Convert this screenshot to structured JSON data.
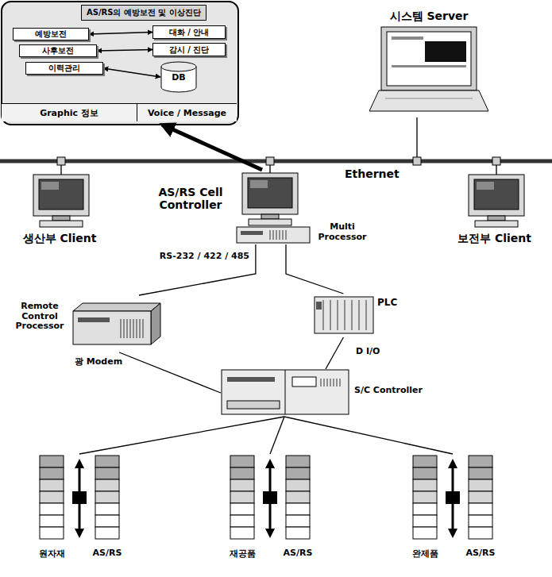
{
  "diagram": {
    "nodes": [
      {
        "text": [
          "AS/RS의 예방보전 및 이상진단"
        ]
      },
      {
        "text": [
          "예방보전"
        ],
        "in": 0
      },
      {
        "text": [
          "사후보전"
        ],
        "in": 0
      },
      {
        "text": [
          "이력관리"
        ],
        "in": 0
      },
      {
        "text": [
          "대화 / 안내"
        ],
        "in": 0
      },
      {
        "text": [
          "감시 / 진단"
        ],
        "in": 0
      },
      {
        "text": [
          "DB"
        ],
        "in": 0
      },
      {
        "text": [
          "Graphic 정보"
        ],
        "in": 0
      },
      {
        "text": [
          "Voice / Message"
        ],
        "in": 0
      },
      {
        "text": [
          "시스템 Server"
        ]
      },
      {
        "text": [
          "생산부 Client"
        ]
      },
      {
        "text": [
          "AS/RS Cell Controller",
          "Multi Processor"
        ]
      },
      {
        "text": [
          "보전부 Client"
        ]
      },
      {
        "text": [
          "Remote Control Processor"
        ]
      },
      {
        "text": [
          "PLC"
        ]
      },
      {
        "text": [
          "S/C Controller"
        ]
      },
      {
        "text": [
          "원자재",
          "AS/RS"
        ]
      },
      {
        "text": [
          "재공품",
          "AS/RS"
        ]
      },
      {
        "text": [
          "완제품",
          "AS/RS"
        ]
      }
    ],
    "edges": [
      {
        "from": 11,
        "to": 0,
        "arrow": "to"
      },
      {
        "from": 11,
        "to": 13,
        "arrow": "none"
      },
      {
        "from": 11,
        "to": 14,
        "arrow": "none"
      },
      {
        "from": 13,
        "to": 15,
        "arrow": "none",
        "label": "광 Modem"
      },
      {
        "from": 14,
        "to": 15,
        "arrow": "none",
        "label": "D I/O"
      },
      {
        "from": 15,
        "to": 16,
        "arrow": "none"
      },
      {
        "from": 15,
        "to": 17,
        "arrow": "none"
      },
      {
        "from": 15,
        "to": 18,
        "arrow": "none"
      },
      {
        "from": 1,
        "to": 4,
        "arrow": "both"
      },
      {
        "from": 2,
        "to": 5,
        "arrow": "both"
      },
      {
        "from": 3,
        "to": 6,
        "arrow": "both"
      }
    ],
    "labels": [
      "Ethernet",
      "RS-232 / 422 / 485"
    ]
  }
}
